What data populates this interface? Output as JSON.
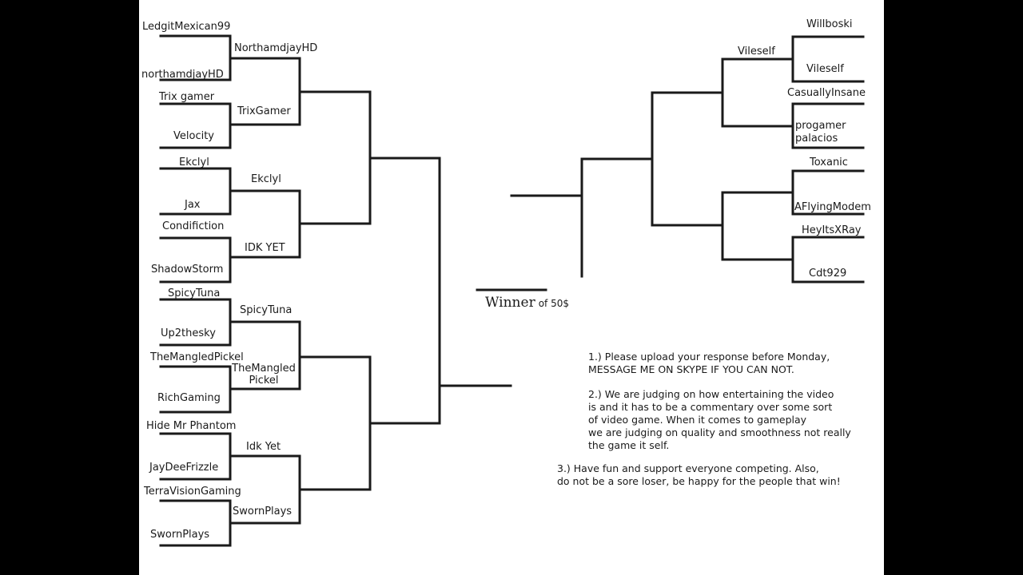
{
  "colors": {
    "background": "#000000",
    "page": "#ffffff",
    "line": "#1a1a1a",
    "text": "#1a1a1a"
  },
  "left_bracket": {
    "round1": [
      "LedgitMexican99",
      "northamdjayHD",
      "Trix gamer",
      "Velocity",
      "Ekclyl",
      "Jax",
      "Condifiction",
      "ShadowStorm",
      "SpicyTuna",
      "Up2thesky",
      "TheMangledPickel",
      "RichGaming",
      "Hide Mr Phantom",
      "JayDeeFrizzle",
      "TerraVisionGaming",
      "SwornPlays"
    ],
    "round2": [
      "NorthamdjayHD",
      "TrixGamer",
      "Ekclyl",
      "IDK YET",
      "SpicyTuna",
      "TheMangled\nPickel",
      "Idk Yet",
      "SwornPlays"
    ]
  },
  "right_bracket": {
    "round1": [
      "Willboski",
      "Vileself",
      "CasuallyInsane",
      "progamer\npalacios",
      "Toxanic",
      "AFlyingModem",
      "HeyItsXRay",
      "Cdt929"
    ],
    "round2": [
      "Vileself"
    ]
  },
  "winner": {
    "label": "Winner",
    "prize": "of 50$"
  },
  "rules": [
    "1.) Please upload your response before Monday,\nMESSAGE ME ON SKYPE IF YOU CAN NOT.",
    "2.) We are judging on how entertaining the video\nis and it has to be a commentary over some sort\nof video game. When it comes to gameplay\nwe are judging on quality and smoothness not really\nthe game it self.",
    "3.) Have fun and support everyone competing. Also,\ndo not be a sore loser, be happy for the people that win!"
  ]
}
